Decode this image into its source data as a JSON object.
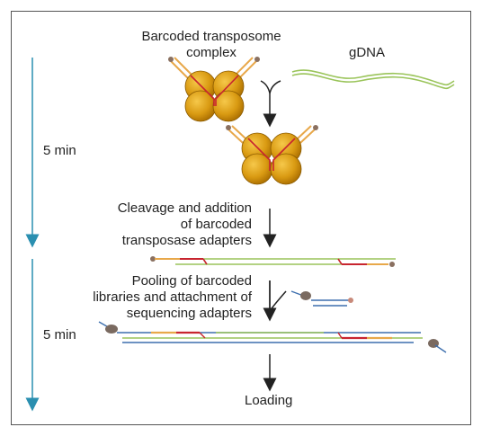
{
  "labels": {
    "complex_line1": "Barcoded transposome",
    "complex_line2": "complex",
    "gdna": "gDNA",
    "time_top": "5 min",
    "cleavage_line1": "Cleavage and addition",
    "cleavage_line2": "of barcoded",
    "cleavage_line3": "transposase adapters",
    "pooling_line1": "Pooling of barcoded",
    "pooling_line2": "libraries and attachment of",
    "pooling_line3": "sequencing adapters",
    "time_bottom": "5 min",
    "loading": "Loading"
  },
  "colors": {
    "frame": "#555555",
    "timeline": "#2a8fb0",
    "dna": "#9ac45a",
    "protein": "#e3a51a",
    "protein_stroke": "#8a5a00",
    "adapter_orange": "#e8a84a",
    "barcode_red": "#c8252f",
    "seq_adapter_blue": "#3d6fae",
    "bead": "#7a6a60",
    "arrow": "#222222"
  }
}
